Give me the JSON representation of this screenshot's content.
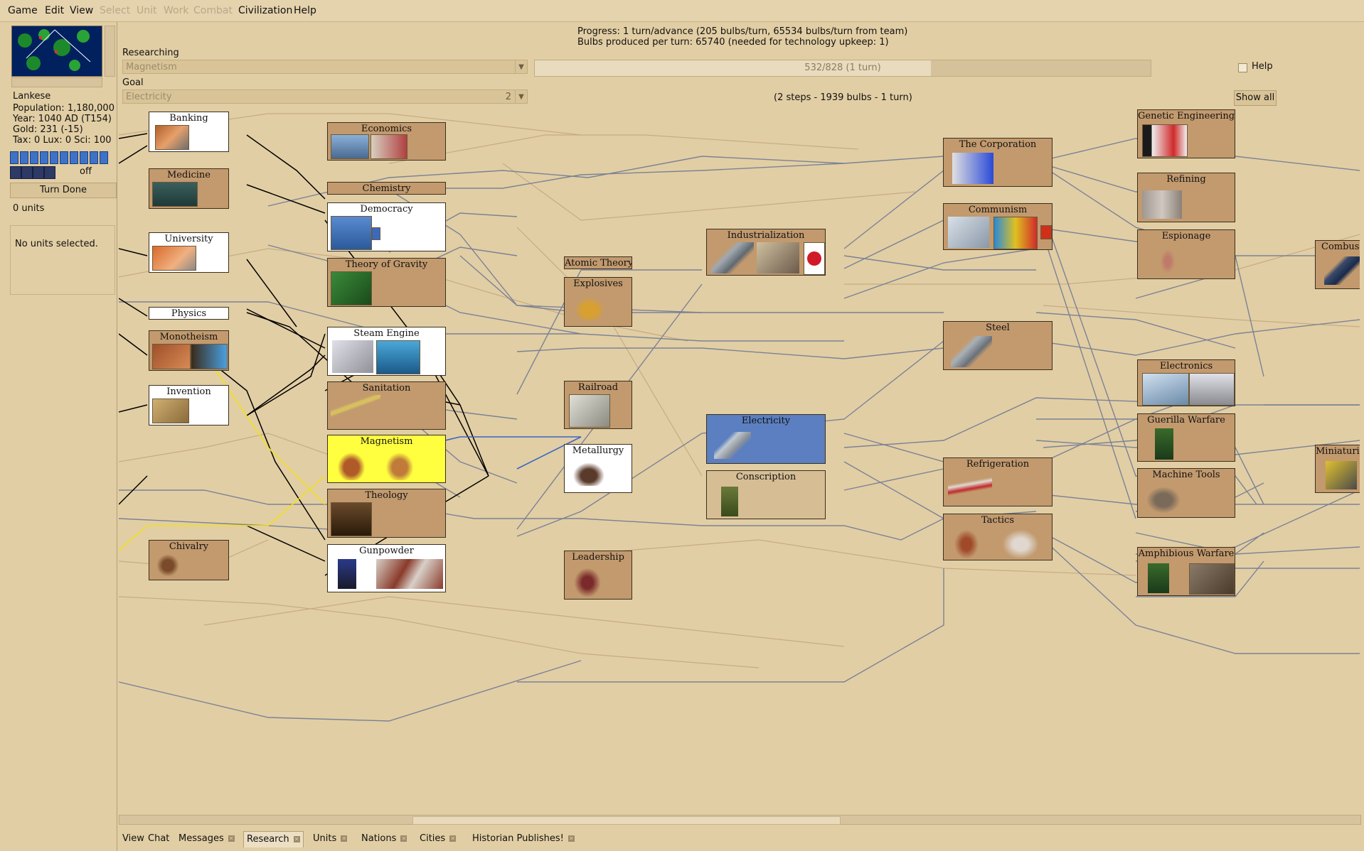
{
  "menubar": {
    "items": [
      {
        "label": "Game",
        "enabled": true
      },
      {
        "label": "Edit",
        "enabled": true
      },
      {
        "label": "View",
        "enabled": true
      },
      {
        "label": "Select",
        "enabled": false
      },
      {
        "label": "Unit",
        "enabled": false
      },
      {
        "label": "Work",
        "enabled": false
      },
      {
        "label": "Combat",
        "enabled": false
      },
      {
        "label": "Civilization",
        "enabled": true
      },
      {
        "label": "Help",
        "enabled": true
      }
    ]
  },
  "player": {
    "name": "Lankese",
    "population": "Population: 1,180,000",
    "year": "Year: 1040 AD (T154)",
    "gold": "Gold: 231 (-15)",
    "tax": "Tax: 0 Lux: 0 Sci: 100",
    "status_off": "off",
    "turn_done": "Turn Done",
    "units_count": "0 units",
    "no_units": "No units selected."
  },
  "research": {
    "progress_line": "Progress: 1 turn/advance (205 bulbs/turn, 65534 bulbs/turn from team)",
    "bulbs_line": "Bulbs produced per turn: 65740 (needed for technology upkeep: 1)",
    "researching_label": "Researching",
    "researching_value": "Magnetism",
    "progress_text": "532/828 (1 turn)",
    "progress_fraction": 0.643,
    "help_label": "Help",
    "goal_label": "Goal",
    "goal_value": "Electricity",
    "goal_steps_badge": "2",
    "goal_summary": "(2 steps - 1939 bulbs - 1 turn)",
    "show_all": "Show all"
  },
  "techs": {
    "banking": "Banking",
    "medicine": "Medicine",
    "university": "University",
    "physics": "Physics",
    "monotheism": "Monotheism",
    "invention": "Invention",
    "chivalry": "Chivalry",
    "economics": "Economics",
    "chemistry": "Chemistry",
    "democracy": "Democracy",
    "theory_of_gravity": "Theory of Gravity",
    "steam_engine": "Steam Engine",
    "sanitation": "Sanitation",
    "magnetism": "Magnetism",
    "theology": "Theology",
    "gunpowder": "Gunpowder",
    "atomic_theory": "Atomic Theory",
    "explosives": "Explosives",
    "railroad": "Railroad",
    "metallurgy": "Metallurgy",
    "leadership": "Leadership",
    "industrialization": "Industrialization",
    "electricity": "Electricity",
    "conscription": "Conscription",
    "the_corporation": "The Corporation",
    "communism": "Communism",
    "steel": "Steel",
    "refrigeration": "Refrigeration",
    "tactics": "Tactics",
    "genetic_engineering": "Genetic Engineering",
    "refining": "Refining",
    "espionage": "Espionage",
    "electronics": "Electronics",
    "guerilla_warfare": "Guerilla Warfare",
    "machine_tools": "Machine Tools",
    "amphibious_warfare": "Amphibious Warfare",
    "combustion_partial": "Combus",
    "miniaturization_partial": "Miniaturi"
  },
  "tabs": [
    {
      "label": "View",
      "closable": false
    },
    {
      "label": "Chat",
      "closable": false
    },
    {
      "label": "Messages",
      "closable": true
    },
    {
      "label": "Research",
      "closable": true,
      "active": true
    },
    {
      "label": "Units",
      "closable": true
    },
    {
      "label": "Nations",
      "closable": true
    },
    {
      "label": "Cities",
      "closable": true
    },
    {
      "label": "Historian Publishes!",
      "closable": true
    }
  ],
  "colors": {
    "background": "#e2cea4",
    "known_tech": "#c29a6e",
    "reachable_tech": "#d6bd94",
    "researching_tech": "#ffff40",
    "goal_tech": "#5b7fc0",
    "link_gray": "#7b8296",
    "link_black": "#000000",
    "link_yellow": "#f0e020",
    "link_blue": "#3a66c4"
  }
}
